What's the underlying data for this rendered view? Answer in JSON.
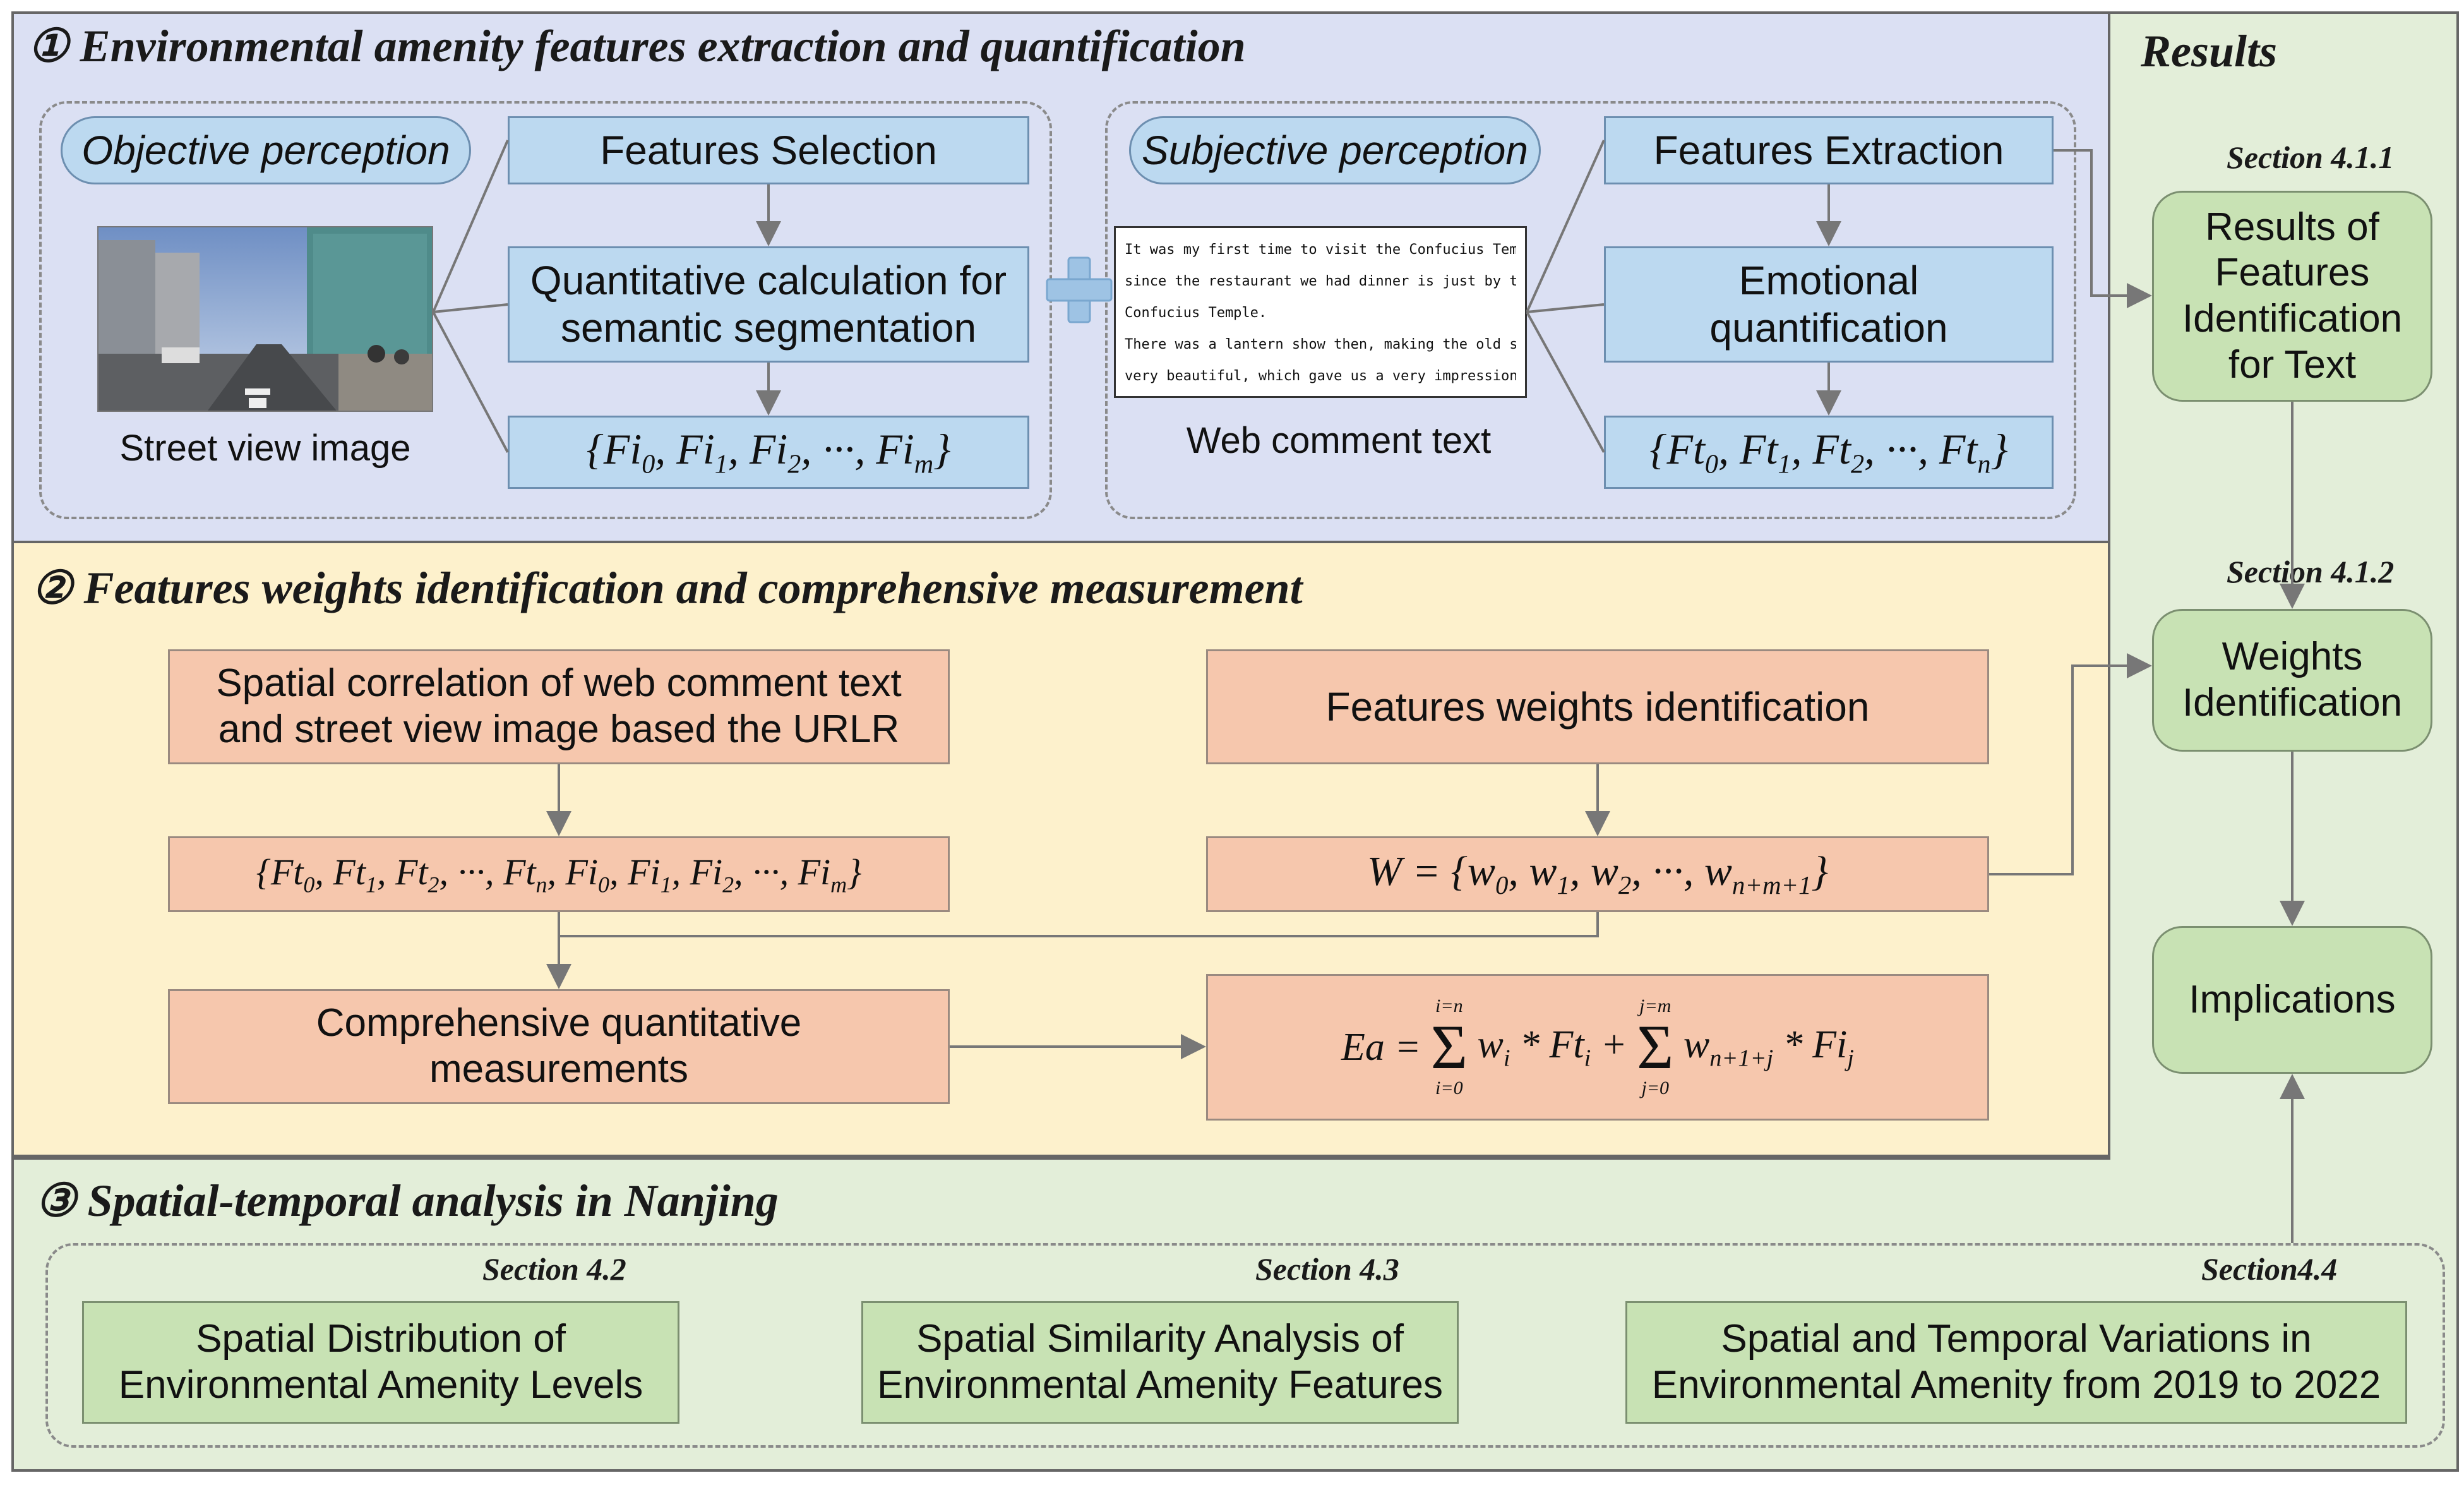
{
  "section1": {
    "title": "① Environmental amenity features extraction and quantification",
    "objective": {
      "label": "Objective perception",
      "image_caption": "Street view image",
      "features_selection": "Features Selection",
      "quant_calc": "Quantitative calculation for semantic segmentation",
      "set_base": "Fi",
      "set_last_sub": "m"
    },
    "subjective": {
      "label": "Subjective perception",
      "comment_lines": [
        "It was my first time to visit the Confucius Temple,",
        "since the restaurant we had dinner is just by the",
        "Confucius Temple.",
        "There was a lantern show then, making the old street",
        "very beautiful, which gave us a very impression on ···"
      ],
      "comment_caption": "Web comment text",
      "features_extraction": "Features Extraction",
      "emotional": "Emotional quantification",
      "set_base": "Ft",
      "set_last_sub": "n"
    }
  },
  "section2": {
    "title": "② Features weights identification and comprehensive measurement",
    "spatial_correlation": "Spatial correlation of web comment text and street view image based the URLR",
    "weights_identification": "Features weights identification",
    "combined_set": "{Ft0, Ft1, Ft2, ···, Ftn, Fi0, Fi1, Fi2, ···, Fim}",
    "weight_set": "W = {w0, w1, w2, ···, wn+m+1}",
    "comprehensive": "Comprehensive quantitative measurements",
    "formula": "Ea = Σ(i=0..i=n) wi * Fti + Σ(j=0..j=m) wn+1+j * Fij"
  },
  "section3": {
    "title": "③ Spatial-temporal analysis in Nanjing",
    "items": [
      {
        "section": "Section 4.2",
        "label": "Spatial Distribution of Environmental Amenity Levels"
      },
      {
        "section": "Section 4.3",
        "label": "Spatial Similarity Analysis of Environmental Amenity Features"
      },
      {
        "section": "Section4.4",
        "label": "Spatial and Temporal Variations in Environmental Amenity from 2019 to 2022"
      }
    ]
  },
  "results": {
    "title": "Results",
    "items": [
      {
        "section": "Section 4.1.1",
        "label": "Results of Features Identification for Text"
      },
      {
        "section": "Section 4.1.2",
        "label": "Weights Identification"
      },
      {
        "section": "",
        "label": "Implications"
      }
    ]
  },
  "colors": {
    "section1_bg": "#dbe0f3",
    "section2_bg": "#fdf1cc",
    "section3_bg": "#e3eed9",
    "blue_box": "#bcd9f0",
    "salmon_box": "#f6c7ad",
    "green_box": "#c8e2b4"
  }
}
